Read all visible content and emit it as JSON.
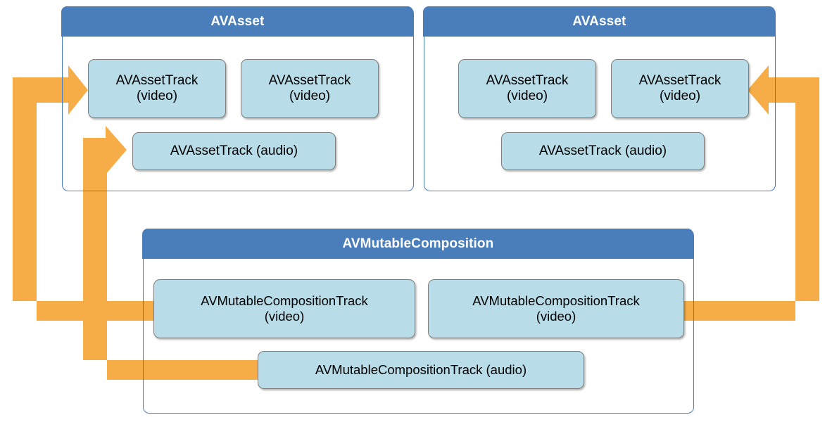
{
  "title": "AVFoundation composition data flow diagram",
  "colors": {
    "panel_header": "#4a7ebb",
    "panel_border": "#4a7ebb",
    "track_fill": "#b8dde8",
    "track_border": "#7f7f7f",
    "arrow": "#f6ad47",
    "text": "#000000",
    "header_text": "#ffffff",
    "background": "#ffffff"
  },
  "panels": [
    {
      "id": "asset-left",
      "header": "AVAsset",
      "tracks": [
        {
          "id": "asset-left-video-1",
          "label": "AVAssetTrack\n(video)"
        },
        {
          "id": "asset-left-video-2",
          "label": "AVAssetTrack\n(video)"
        },
        {
          "id": "asset-left-audio",
          "label": "AVAssetTrack (audio)"
        }
      ]
    },
    {
      "id": "asset-right",
      "header": "AVAsset",
      "tracks": [
        {
          "id": "asset-right-video-1",
          "label": "AVAssetTrack\n(video)"
        },
        {
          "id": "asset-right-video-2",
          "label": "AVAssetTrack\n(video)"
        },
        {
          "id": "asset-right-audio",
          "label": "AVAssetTrack (audio)"
        }
      ]
    },
    {
      "id": "mutable-composition",
      "header": "AVMutableComposition",
      "tracks": [
        {
          "id": "comp-video-1",
          "label": "AVMutableCompositionTrack\n(video)"
        },
        {
          "id": "comp-video-2",
          "label": "AVMutableCompositionTrack\n(video)"
        },
        {
          "id": "comp-audio",
          "label": "AVMutableCompositionTrack (audio)"
        }
      ]
    }
  ],
  "connections": [
    {
      "id": "comp-video-1-to-asset-left-video-1",
      "from": "comp-video-1",
      "to": "asset-left-video-1",
      "direction": "left-then-up-then-right",
      "arrowhead": "right"
    },
    {
      "id": "comp-audio-to-asset-left-audio",
      "from": "comp-audio",
      "to": "asset-left-audio",
      "direction": "left-then-up-then-right",
      "arrowhead": "right"
    },
    {
      "id": "comp-video-2-to-asset-right-video-2",
      "from": "comp-video-2",
      "to": "asset-right-video-2",
      "direction": "right-then-up-then-left",
      "arrowhead": "left"
    }
  ]
}
